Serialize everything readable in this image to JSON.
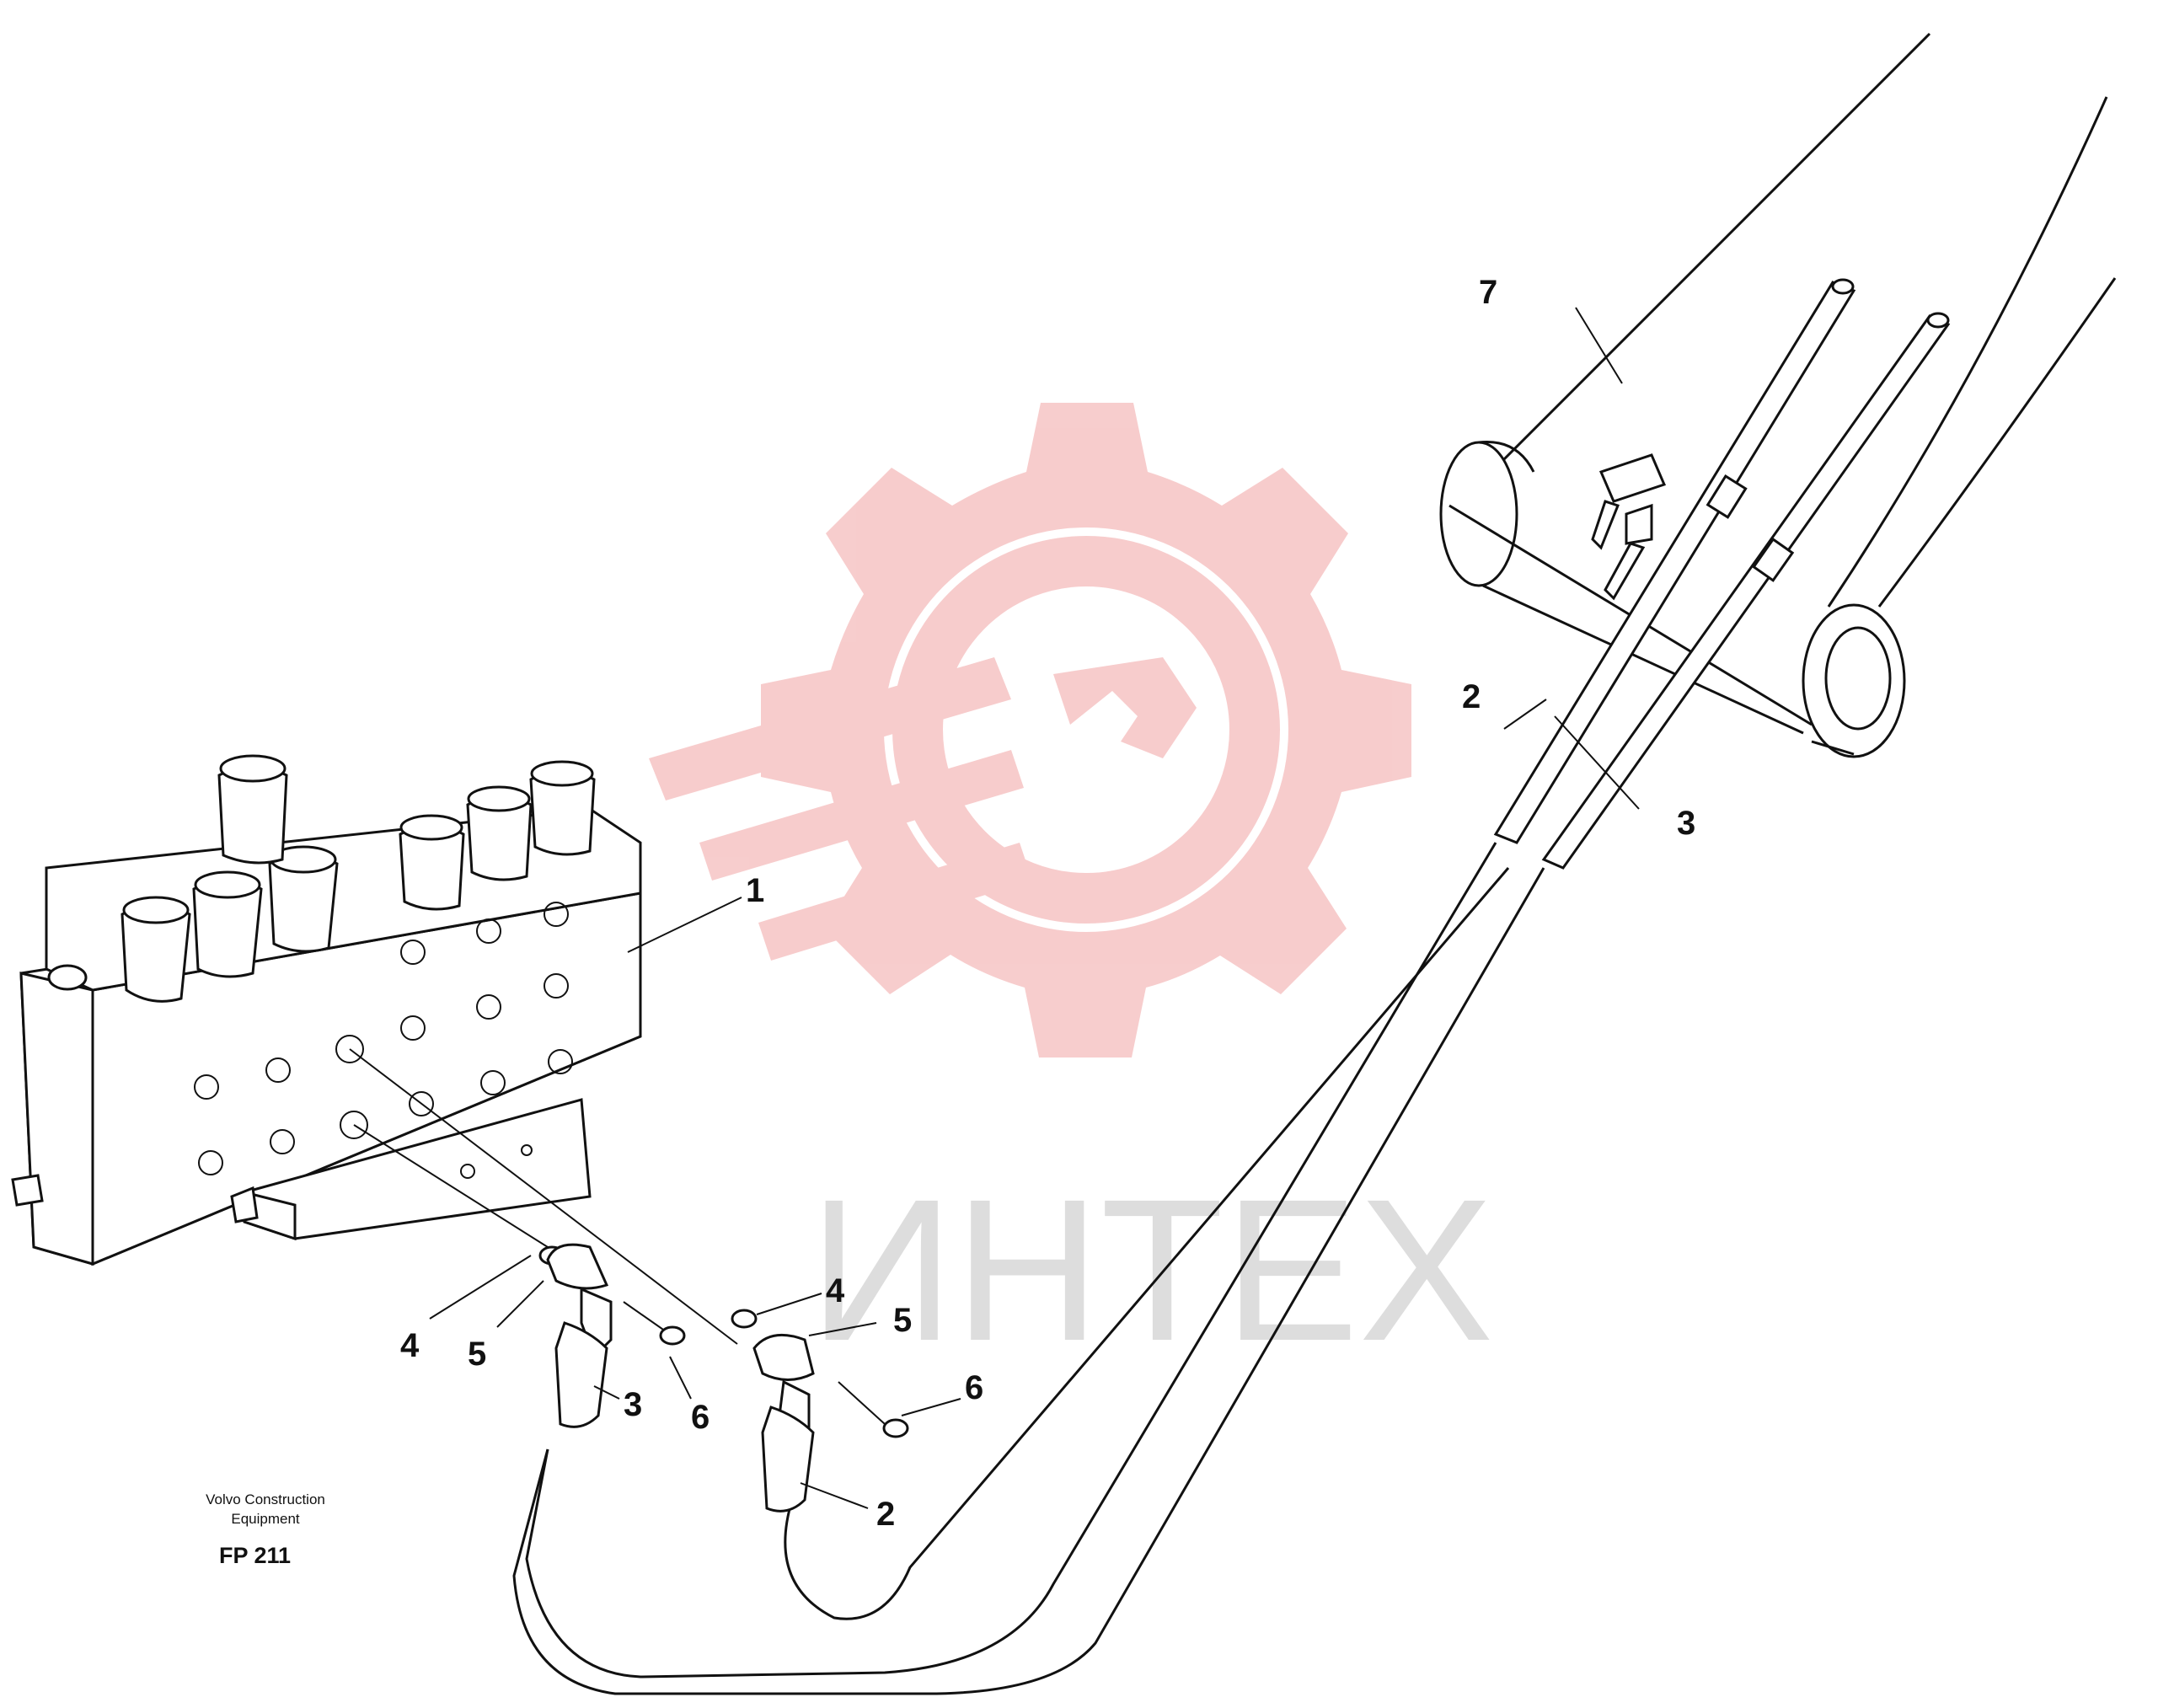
{
  "watermark": {
    "text": "ИНТЕХ",
    "gear_color": "#f7caca",
    "text_color": "#dcdcdc",
    "icon": "gear-wrench-logo"
  },
  "callouts": [
    {
      "id": "c1",
      "label": "1"
    },
    {
      "id": "c2a",
      "label": "2"
    },
    {
      "id": "c3a",
      "label": "3"
    },
    {
      "id": "c7",
      "label": "7"
    },
    {
      "id": "c4a",
      "label": "4"
    },
    {
      "id": "c5a",
      "label": "5"
    },
    {
      "id": "c3b",
      "label": "3"
    },
    {
      "id": "c6a",
      "label": "6"
    },
    {
      "id": "c4b",
      "label": "4"
    },
    {
      "id": "c5b",
      "label": "5"
    },
    {
      "id": "c6b",
      "label": "6"
    },
    {
      "id": "c2b",
      "label": "2"
    }
  ],
  "caption": {
    "line1": "Volvo Construction",
    "line2": "Equipment",
    "figure": "FP 211"
  }
}
